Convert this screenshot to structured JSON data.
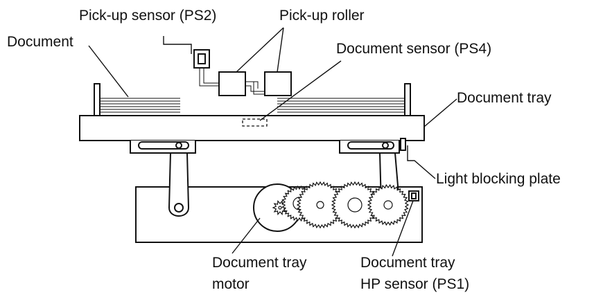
{
  "labels": {
    "pickup_sensor": "Pick-up sensor (PS2)",
    "pickup_roller": "Pick-up roller",
    "document": "Document",
    "document_sensor": "Document sensor (PS4)",
    "document_tray": "Document tray",
    "light_blocking_plate": "Light blocking plate",
    "tray_motor_line1": "Document tray",
    "tray_motor_line2": "motor",
    "hp_sensor_line1": "Document tray",
    "hp_sensor_line2": "HP sensor (PS1)"
  }
}
